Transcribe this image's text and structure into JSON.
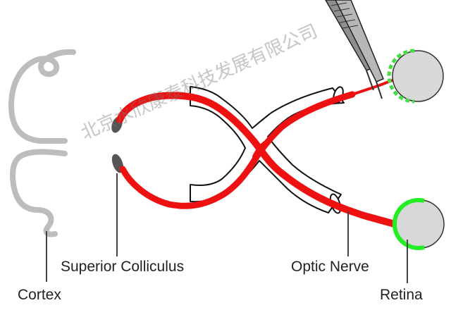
{
  "labels": {
    "superior_colliculus": "Superior Colliculus",
    "optic_nerve": "Optic Nerve",
    "cortex": "Cortex",
    "retina": "Retina"
  },
  "watermark": "北京水欣康泰科技发展有限公司",
  "icons": [
    "forceps-icon",
    "eye-icon"
  ],
  "colors": {
    "pathway": "#ee1111",
    "retina_left": "#44dd44",
    "retina_right": "#22ee22",
    "eye_fill": "#d8d8d8",
    "cortex": "#bdbdbd",
    "colliculus": "#555555",
    "sheath_outline": "#111111",
    "leader_line": "#444444"
  }
}
